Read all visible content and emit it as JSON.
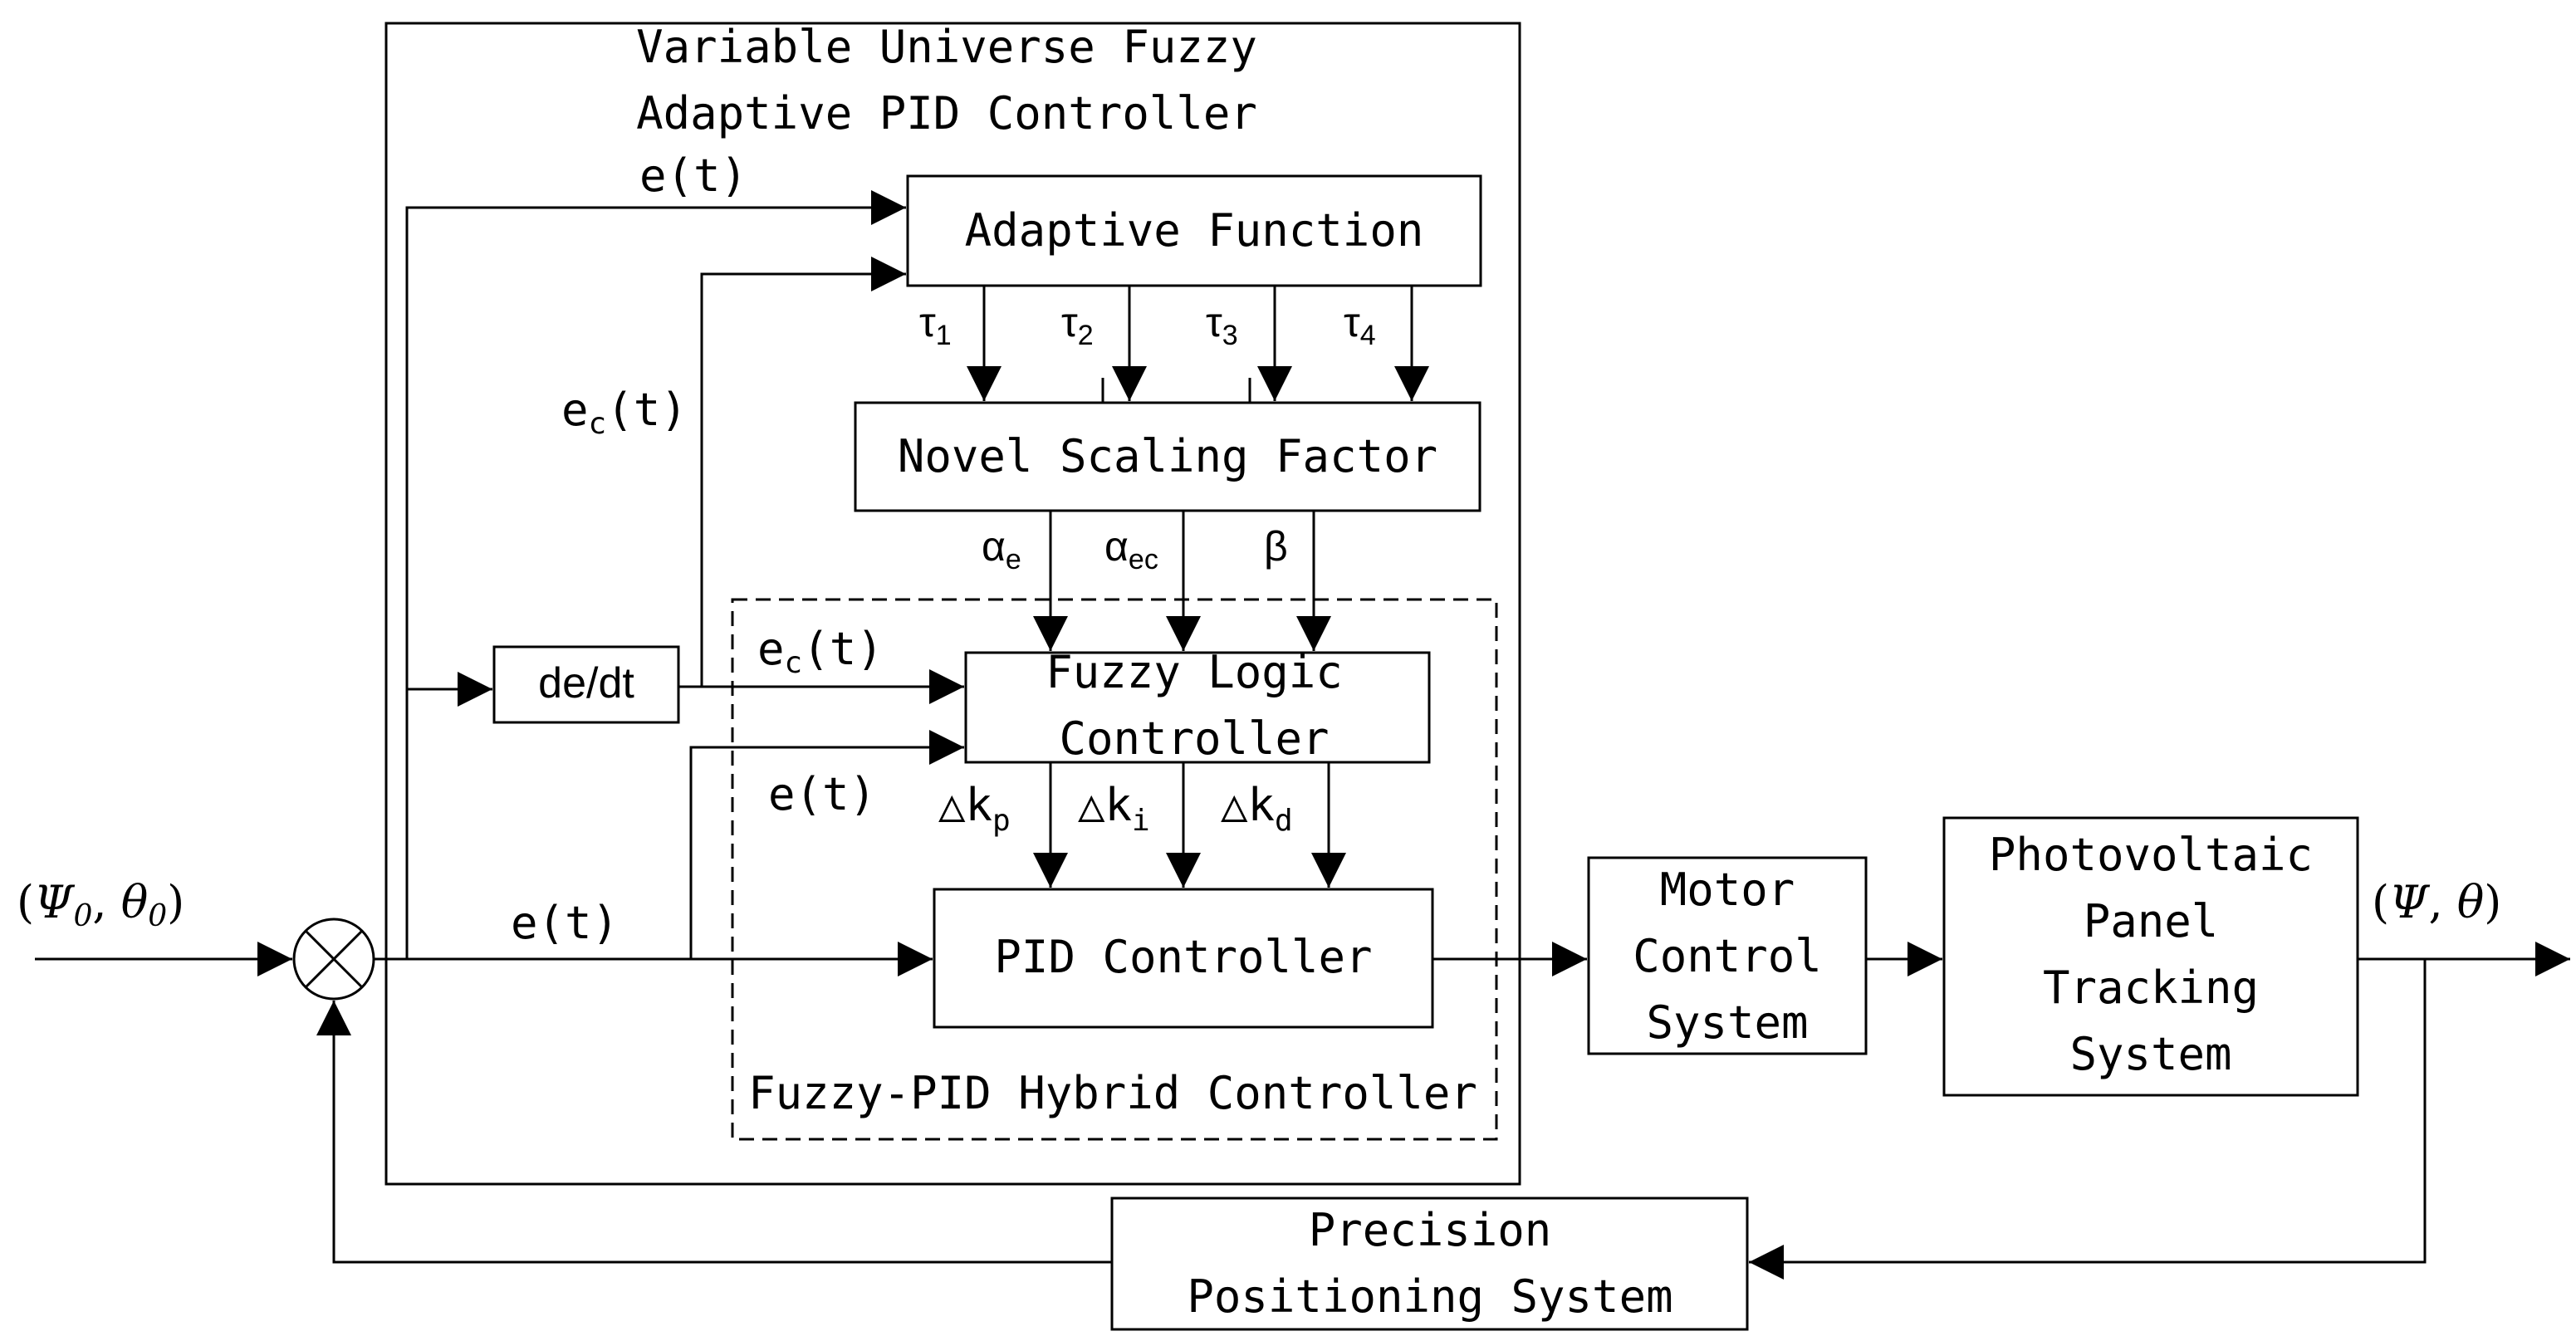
{
  "outer_box": {
    "title_line1": "Variable Universe Fuzzy",
    "title_line2": "Adaptive PID Controller"
  },
  "hybrid_box": {
    "label": "Fuzzy-PID Hybrid Controller"
  },
  "blocks": {
    "adaptive_function": "Adaptive Function",
    "novel_scaling_factor": "Novel Scaling Factor",
    "fuzzy_logic_line1": "Fuzzy Logic",
    "fuzzy_logic_line2": "Controller",
    "pid_controller": "PID Controller",
    "differentiator": "de/dt",
    "motor_line1": "Motor",
    "motor_line2": "Control",
    "motor_line3": "System",
    "pv_line1": "Photovoltaic",
    "pv_line2": "Panel",
    "pv_line3": "Tracking",
    "pv_line4": "System",
    "precision_line1": "Precision",
    "precision_line2": "Positioning System"
  },
  "signals": {
    "input": {
      "psi": "Ψ",
      "psi_sub": "0",
      "theta": "θ",
      "theta_sub": "0"
    },
    "output": {
      "psi": "Ψ",
      "theta": "θ"
    },
    "e": "e",
    "t_paren": "(t)",
    "ec_sub": "c",
    "tau": [
      {
        "sym": "τ",
        "sub": "1"
      },
      {
        "sym": "τ",
        "sub": "2"
      },
      {
        "sym": "τ",
        "sub": "3"
      },
      {
        "sym": "τ",
        "sub": "4"
      }
    ],
    "alpha_e": {
      "sym": "α",
      "sub": "e"
    },
    "alpha_ec": {
      "sym": "α",
      "sub": "ec"
    },
    "beta": "β",
    "delta_kp": {
      "sym": "△k",
      "sub": "p"
    },
    "delta_ki": {
      "sym": "△k",
      "sub": "i"
    },
    "delta_kd": {
      "sym": "△k",
      "sub": "d"
    }
  }
}
